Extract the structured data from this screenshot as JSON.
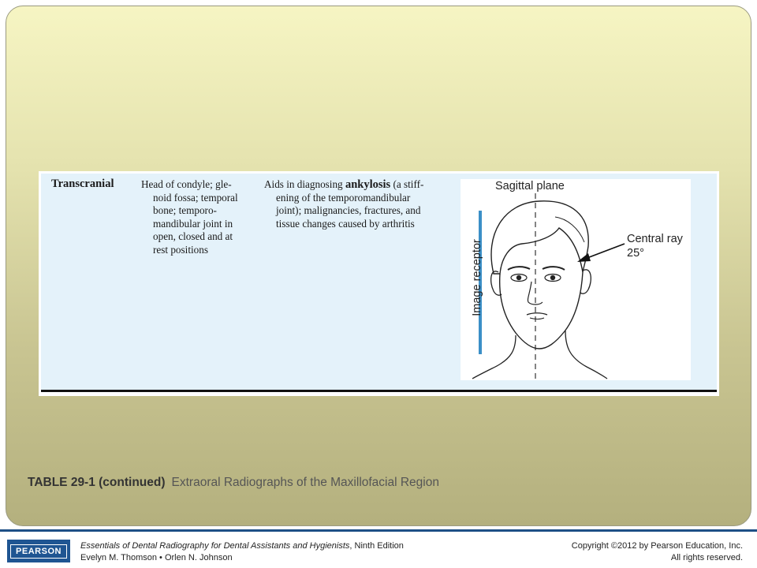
{
  "table": {
    "type": "Transcranial",
    "anatomy_lines": [
      "Head of condyle; gle-",
      "noid fossa; temporal",
      "bone; temporo-",
      "mandibular joint in",
      "open, closed and at",
      "rest positions"
    ],
    "purpose_line1_prefix": "Aids in diagnosing ",
    "purpose_line1_bold": "ankylosis",
    "purpose_line1_suffix": " (a stiff-",
    "purpose_lines_rest": [
      "ening of the temporomandibular",
      "joint); malignancies, fractures, and",
      "tissue changes caused by arthritis"
    ],
    "figure": {
      "title": "Sagittal plane",
      "ray_label": "Central ray",
      "angle_label": "25°",
      "receptor_label": "Image receptor",
      "receptor_color": "#3b8fc7"
    }
  },
  "caption": {
    "label": "TABLE 29-1 (continued)",
    "description": "Extraoral Radiographs of the Maxillofacial Region"
  },
  "footer": {
    "logo_text": "PEARSON",
    "book_title": "Essentials of Dental Radiography  for Dental Assistants and Hygienists",
    "edition": ", Ninth Edition",
    "authors": "Evelyn M. Thomson • Orlen N. Johnson",
    "copyright": "Copyright ©2012 by Pearson Education, Inc.",
    "rights": "All rights reserved.",
    "brand_color": "#1f5592"
  }
}
